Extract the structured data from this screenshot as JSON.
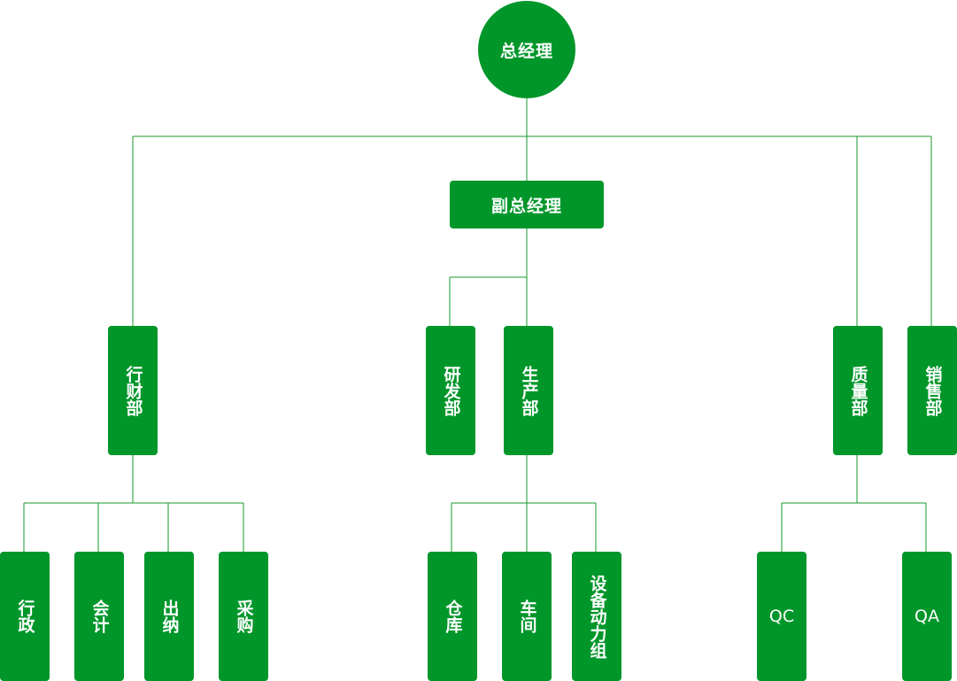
{
  "org": {
    "ceo": "总经理",
    "deputy": "副总经理",
    "departments": {
      "admin_finance": "行财部",
      "rnd": "研发部",
      "production": "生产部",
      "quality": "质量部",
      "sales": "销售部"
    },
    "units": {
      "admin": "行政",
      "accounting": "会计",
      "cashier": "出纳",
      "procurement": "采购",
      "warehouse": "仓库",
      "workshop": "车间",
      "equipment": "设备动力组",
      "qc": "QC",
      "qa": "QA"
    }
  },
  "colors": {
    "node": "#00962a",
    "line": "#1a9a2e",
    "text": "#ffffff"
  }
}
